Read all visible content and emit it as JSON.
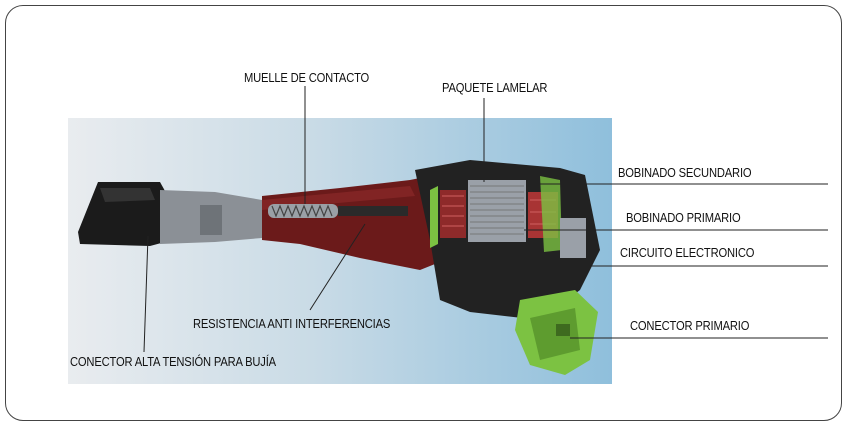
{
  "labels": {
    "muelle": "MUELLE DE CONTACTO",
    "paquete": "PAQUETE LAMELAR",
    "bobinado_secundario": "BOBINADO SECUNDARIO",
    "bobinado_primario": "BOBINADO PRIMARIO",
    "circuito": "CIRCUITO ELECTRONICO",
    "conector_primario": "CONECTOR PRIMARIO",
    "resistencia": "RESISTENCIA ANTI INTERFERENCIAS",
    "conector_alta": "CONECTOR ALTA TENSIÓN PARA BUJÍA"
  },
  "colors": {
    "panel_left": "#e9ecef",
    "panel_right": "#8fbfdc",
    "housing": "#6b1a1a",
    "connector": "#7cc242",
    "boot": "#1a1a1a"
  }
}
